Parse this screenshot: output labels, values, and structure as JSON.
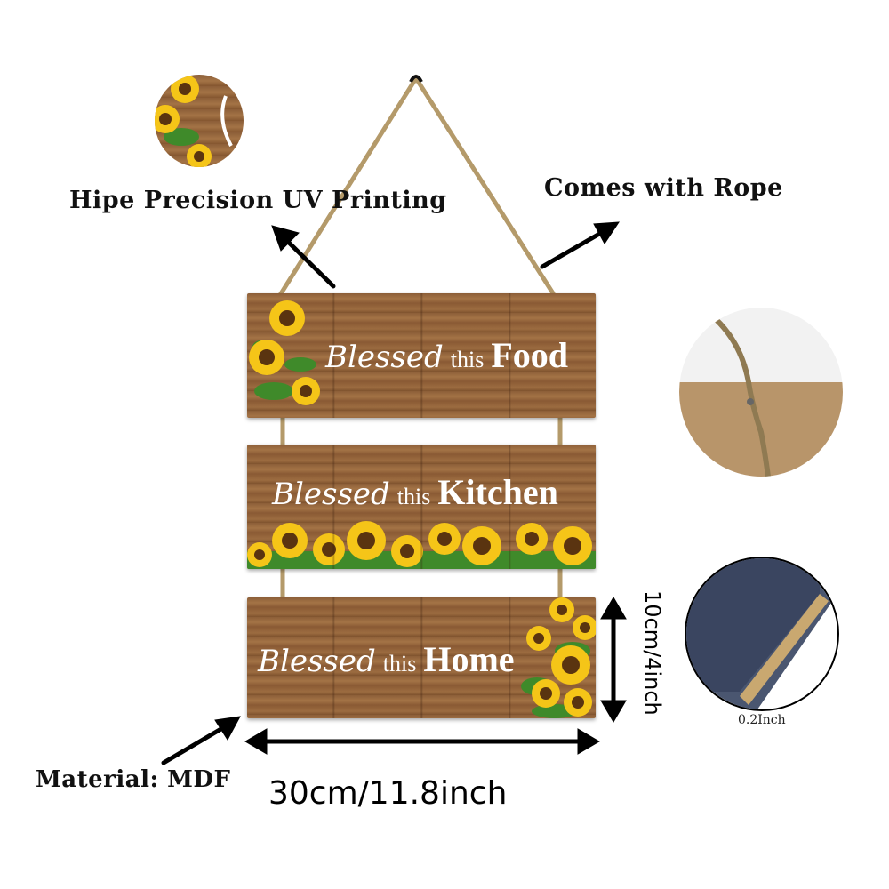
{
  "callouts": {
    "uv_printing": "Hipe Precision UV Printing",
    "rope": "Comes with Rope",
    "material": "Material: MDF"
  },
  "dimensions": {
    "width": "30cm/11.8inch",
    "height": "10cm/4inch",
    "thickness": "0.2Inch"
  },
  "planks": [
    {
      "script": "Blessed",
      "mid": "this",
      "big": "Food"
    },
    {
      "script": "Blessed",
      "mid": "this",
      "big": "Kitchen"
    },
    {
      "script": "Blessed",
      "mid": "this",
      "big": "Home"
    }
  ],
  "colors": {
    "wood": "#9c6c40",
    "rope": "#b49a6a",
    "petal": "#f5c518",
    "center": "#5a3410",
    "leaf": "#3f8a2a"
  }
}
